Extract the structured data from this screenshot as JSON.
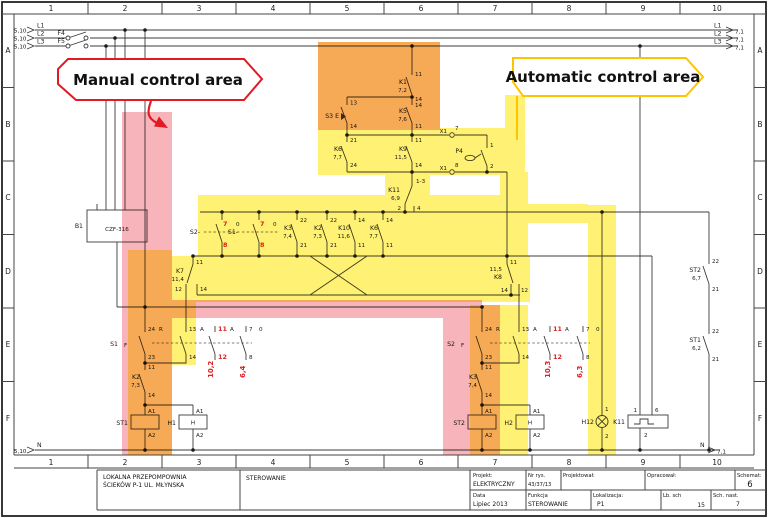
{
  "frame": {
    "cols": [
      "1",
      "2",
      "3",
      "4",
      "5",
      "6",
      "7",
      "8",
      "9",
      "10"
    ],
    "rows": [
      "A",
      "B",
      "C",
      "D",
      "E",
      "F"
    ]
  },
  "callouts": {
    "manual": "Manual control area",
    "automatic": "Automatic control area"
  },
  "colors": {
    "manual_highlight": "#f06a78",
    "auto_highlight": "#ffe600",
    "manual_border": "#e01b24",
    "auto_border": "#ffc400",
    "red_text": "#e02020",
    "line": "#3c3c3c"
  },
  "rails": {
    "src": "5,10",
    "dst": "7,1",
    "l1": "L1",
    "l2": "L2",
    "l3": "L3",
    "n": "N",
    "f4": "F4",
    "f5": "F5"
  },
  "b1": {
    "id": "B1",
    "model": "CZF-316"
  },
  "k1": {
    "id": "K1",
    "ref": "7,2",
    "t": "11",
    "b": "14"
  },
  "s3": {
    "id": "S3 E",
    "t": "13",
    "b": "14"
  },
  "k5": {
    "id": "K5",
    "ref": "7,6",
    "t": "14",
    "b": "11"
  },
  "k6a": {
    "id": "K6",
    "ref": "7,7",
    "t": "21",
    "b": "24"
  },
  "k9": {
    "id": "K9",
    "ref": "11,5",
    "t": "11",
    "b": "14"
  },
  "x1a": {
    "id": "X1",
    "pin": "7"
  },
  "x1b": {
    "id": "X1",
    "pin": "8"
  },
  "p4": {
    "id": "P4",
    "t": "1",
    "b": "2"
  },
  "k11a": {
    "id": "K11",
    "ref": "6,9",
    "t": "1-3",
    "o1": "2",
    "o2": "4"
  },
  "row": {
    "s2": {
      "id": "S2-",
      "p1": "7",
      "p0": "0",
      "p2": "8"
    },
    "s1": {
      "id": "S1-",
      "p1": "7",
      "p0": "0",
      "p2": "8"
    },
    "k3": {
      "id": "K3",
      "ref": "7,4",
      "t": "22",
      "b": "21"
    },
    "k2": {
      "id": "K2",
      "ref": "7,3",
      "t": "22",
      "b": "21"
    },
    "k10": {
      "id": "K10",
      "ref": "11,6",
      "t": "14",
      "b": "11"
    },
    "k6": {
      "id": "K6",
      "ref": "7,7",
      "t": "14",
      "b": "11"
    }
  },
  "k7": {
    "id": "K7",
    "ref": "11,4",
    "c": "11",
    "o1": "12",
    "o2": "14"
  },
  "k8": {
    "id": "K8",
    "ref": "11,5",
    "c": "11",
    "o1": "14",
    "o2": "12"
  },
  "s1": {
    "id": "S1",
    "f": "F",
    "p1t": "24",
    "p1pos": "R",
    "p1b": "23",
    "p2t": "13",
    "p2pos": "A",
    "p2b": "14",
    "p3t": "11",
    "p3pos": "A",
    "p3b": "12",
    "p4t": "7",
    "p4pos": "0",
    "p4b": "8",
    "ref1": "10,2",
    "ref2": "6,4"
  },
  "s2": {
    "id": "S2",
    "f": "F",
    "p1t": "24",
    "p1pos": "R",
    "p1b": "23",
    "p2t": "13",
    "p2pos": "A",
    "p2b": "14",
    "p3t": "11",
    "p3pos": "A",
    "p3b": "12",
    "p4t": "7",
    "p4pos": "0",
    "p4b": "8",
    "ref1": "10,3",
    "ref2": "6,3"
  },
  "k2c": {
    "id": "K2",
    "ref": "7,3",
    "t": "11",
    "b": "14"
  },
  "k3c": {
    "id": "K3",
    "ref": "7,4",
    "t": "11",
    "b": "14"
  },
  "st1": {
    "id": "ST1",
    "a1": "A1",
    "a2": "A2"
  },
  "st2": {
    "id": "ST2",
    "a1": "A1",
    "a2": "A2"
  },
  "h1": {
    "id": "H1",
    "sym": "H",
    "a1": "A1",
    "a2": "A2"
  },
  "h2": {
    "id": "H2",
    "sym": "H",
    "a1": "A1",
    "a2": "A2"
  },
  "h12": {
    "id": "H12",
    "t": "1",
    "b": "2"
  },
  "k11": {
    "id": "K11",
    "t1": "1",
    "t2": "6",
    "b": "2"
  },
  "st2c": {
    "id": "ST2",
    "ref": "6,7",
    "t": "22",
    "b": "21"
  },
  "st1c": {
    "id": "ST1",
    "ref": "6,2",
    "t": "22",
    "b": "21"
  },
  "title_block": {
    "station1": "LOKALNA PRZEPOMPOWNIA",
    "station2": "ŚCIEKÓW  P-1  UL. MŁYNSKA",
    "function_title": "STEROWANIE",
    "project_label": "Projekt:",
    "project": "ELEKTRYCZNY",
    "drawing_label": "Nr rys.",
    "drawing_no": "43/37/13",
    "designed_label": "Projektował:",
    "prepared_label": "Opracował:",
    "sheet_label": "Schemat:",
    "sheet": "6",
    "date_label": "Data",
    "date": "Lipiec 2013",
    "func_label": "Funkcja",
    "func": "STEROWANIE",
    "loc_label": "Lokalizacja:",
    "loc": "P1",
    "count_label": "Lb. sch",
    "count": "15",
    "next_label": "Sch. nast.",
    "next": "7"
  }
}
